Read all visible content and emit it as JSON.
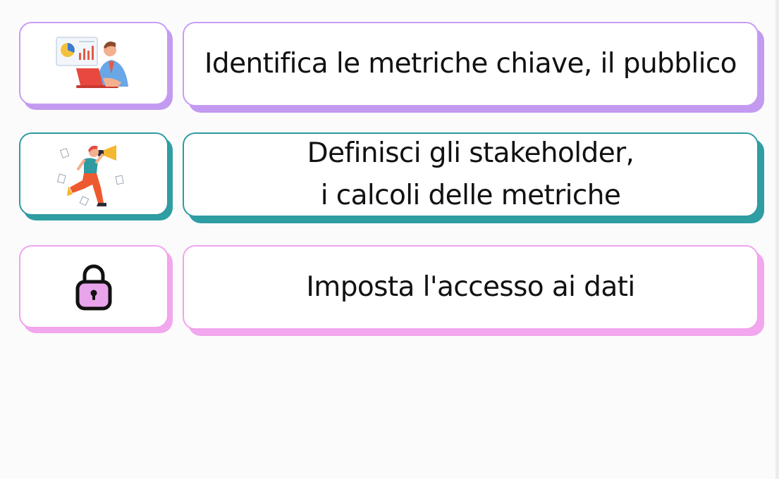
{
  "steps": [
    {
      "icon": "analyst-laptop-icon",
      "accent": "#c79cf2",
      "shadow": "#c29af0",
      "label": "Identifica le metriche chiave, il pubblico"
    },
    {
      "icon": "megaphone-person-icon",
      "accent": "#2f9aa1",
      "shadow": "#2e9ea2",
      "line1": "Definisci gli stakeholder,",
      "line2": "i calcoli delle metriche"
    },
    {
      "icon": "padlock-icon",
      "accent": "#f1a3ec",
      "shadow": "#f2a7ee",
      "label": "Imposta l'accesso ai dati"
    }
  ]
}
